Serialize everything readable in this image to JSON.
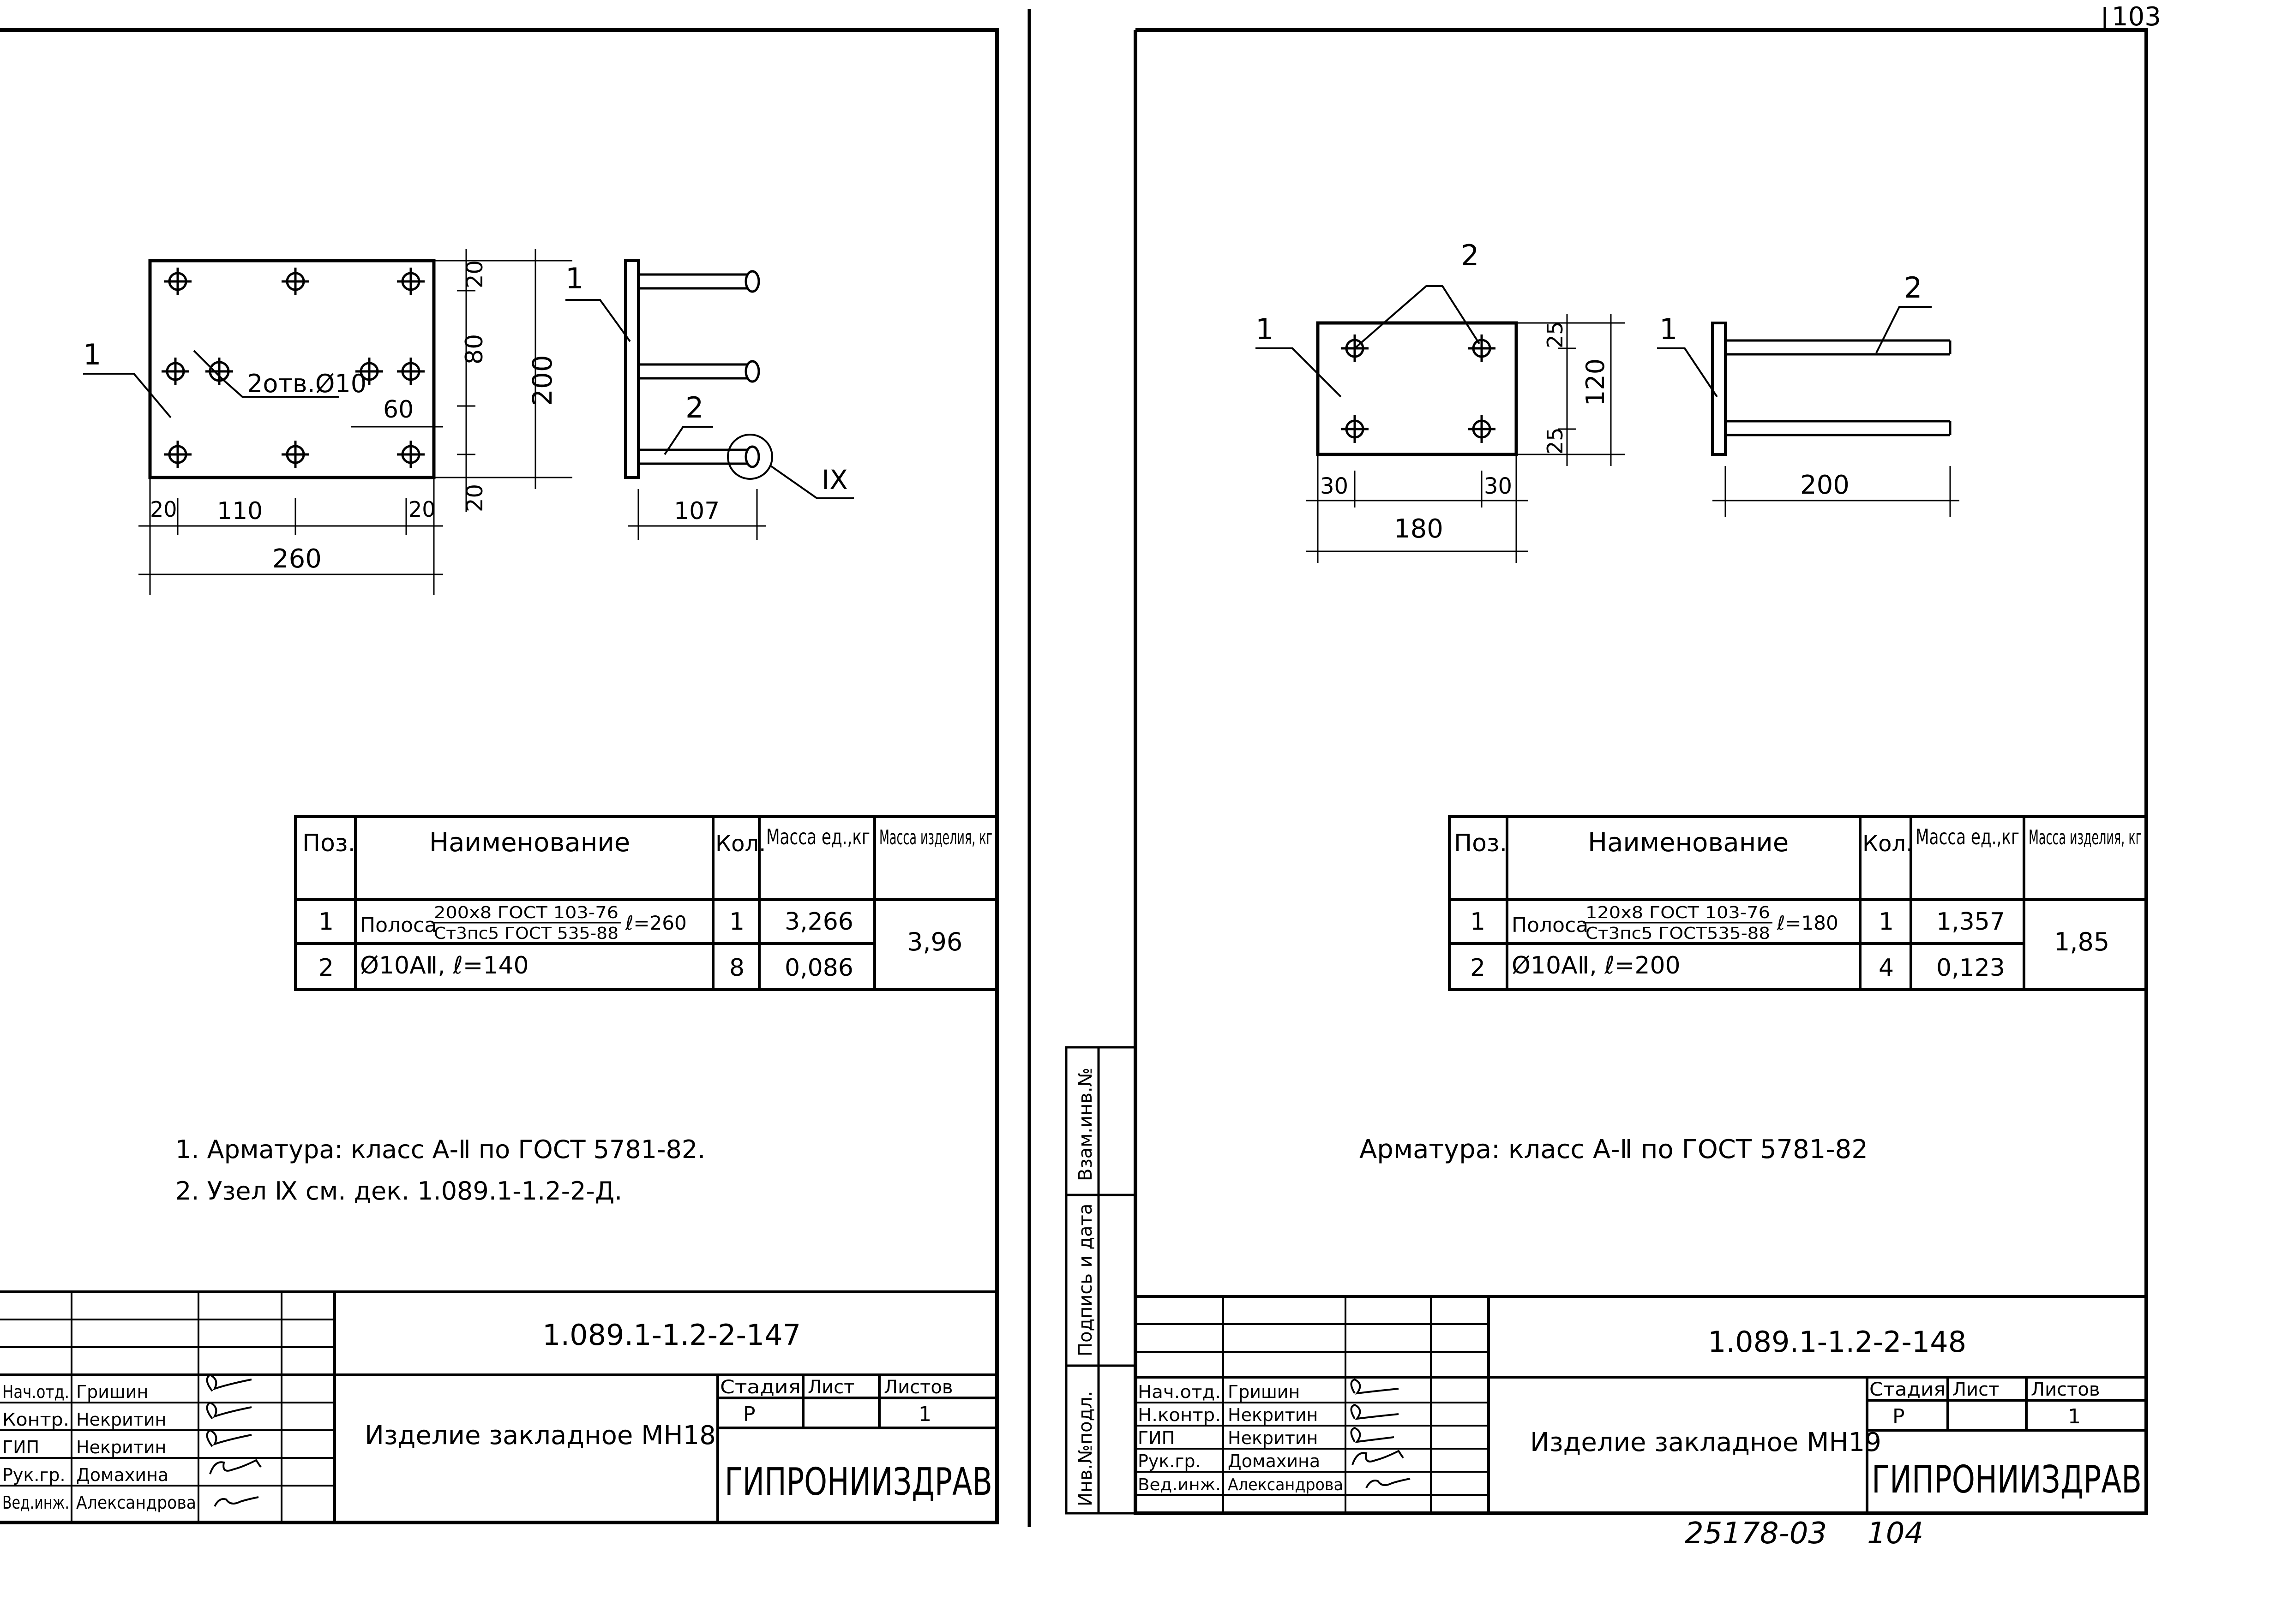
{
  "page_number_top": "103",
  "archive_number": "25178-03",
  "archive_page": "104",
  "left_sheet": {
    "drawing": {
      "callout_1": "1",
      "callout_2": "2",
      "node_ref": "IX",
      "holes_label": "2отв.Ø10",
      "dims": {
        "d20_top": "20",
        "d80": "80",
        "d200": "200",
        "d20_bottom": "20",
        "d60": "60",
        "d20_left": "20",
        "d110": "110",
        "d20_right": "20",
        "d260": "260",
        "d107": "107"
      }
    },
    "spec_table": {
      "headers": {
        "pos": "Поз.",
        "name": "Наименование",
        "qty": "Кол.",
        "mass_unit": "Масса ед.,кг",
        "mass_item": "Масса изделия, кг"
      },
      "rows": [
        {
          "pos": "1",
          "name_prefix": "Полоса",
          "name_num": "200х8 ГОСТ 103-76",
          "name_den": "Ст3пс5 ГОСТ 535-88",
          "name_suffix": "ℓ=260",
          "qty": "1",
          "mass": "3,266"
        },
        {
          "pos": "2",
          "name_prefix": "Ø10АⅡ, ℓ=140",
          "name_num": "",
          "name_den": "",
          "name_suffix": "",
          "qty": "8",
          "mass": "0,086"
        }
      ],
      "total_mass": "3,96"
    },
    "notes": [
      "1. Арматура: класс А-Ⅱ по ГОСТ 5781-82.",
      "2. Узел Ⅸ см. дек. 1.089.1-1.2-2-Д."
    ],
    "title_block": {
      "code": "1.089.1-1.2-2-147",
      "item_name": "Изделие закладное МН18",
      "stage_label": "Стадия",
      "sheet_label": "Лист",
      "sheets_label": "Листов",
      "stage": "Р",
      "sheets": "1",
      "org": "ГИПРОНИИЗДРАВ",
      "staff": [
        {
          "role": "Нач.отд.",
          "name": "Гришин"
        },
        {
          "role": "Контр.",
          "name": "Некритин"
        },
        {
          "role": "ГИП",
          "name": "Некритин"
        },
        {
          "role": "Рук.гр.",
          "name": "Домахина"
        },
        {
          "role": "Вед.инж.",
          "name": "Александрова"
        }
      ]
    }
  },
  "right_sheet": {
    "drawing": {
      "callout_1": "1",
      "callout_2": "2",
      "callout_2b": "2",
      "dims": {
        "d25_top": "25",
        "d120": "120",
        "d25_bottom": "25",
        "d30_left": "30",
        "d30_right": "30",
        "d180": "180",
        "d200": "200"
      }
    },
    "spec_table": {
      "headers": {
        "pos": "Поз.",
        "name": "Наименование",
        "qty": "Кол.",
        "mass_unit": "Масса ед.,кг",
        "mass_item": "Масса изделия, кг"
      },
      "rows": [
        {
          "pos": "1",
          "name_prefix": "Полоса",
          "name_num": "120х8 ГОСТ 103-76",
          "name_den": "Ст3пс5 ГОСТ535-88",
          "name_suffix": "ℓ=180",
          "qty": "1",
          "mass": "1,357"
        },
        {
          "pos": "2",
          "name_prefix": "Ø10АⅡ, ℓ=200",
          "name_num": "",
          "name_den": "",
          "name_suffix": "",
          "qty": "4",
          "mass": "0,123"
        }
      ],
      "total_mass": "1,85"
    },
    "notes": [
      "Арматура: класс А-Ⅱ по ГОСТ 5781-82"
    ],
    "side_stamp": {
      "inv_orig": "Инв.№подл.",
      "sign_date": "Подпись и дата",
      "inv_repl": "Взам.инв.№"
    },
    "title_block": {
      "code": "1.089.1-1.2-2-148",
      "item_name": "Изделие закладное МН19",
      "stage_label": "Стадия",
      "sheet_label": "Лист",
      "sheets_label": "Листов",
      "stage": "Р",
      "sheets": "1",
      "org": "ГИПРОНИИЗДРАВ",
      "staff": [
        {
          "role": "Нач.отд.",
          "name": "Гришин"
        },
        {
          "role": "Н.контр.",
          "name": "Некритин"
        },
        {
          "role": "ГИП",
          "name": "Некритин"
        },
        {
          "role": "Рук.гр.",
          "name": "Домахина"
        },
        {
          "role": "Вед.инж.",
          "name": "Александрова"
        }
      ]
    }
  }
}
